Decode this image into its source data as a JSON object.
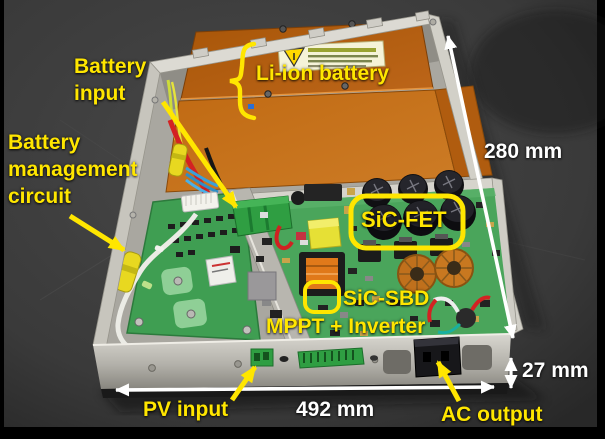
{
  "figure": {
    "type": "annotated-hardware-photo",
    "subject": "open chassis of a PV micro-inverter with integrated Li-ion battery"
  },
  "annotations": {
    "battery_input": "Battery input",
    "li_ion_battery": "Li-ion battery",
    "battery_management_circuit": "Battery management circuit",
    "sic_fet": "SiC-FET",
    "sic_sbd": "SiC-SBD",
    "mppt_inverter": "MPPT + Inverter",
    "pv_input": "PV input",
    "ac_output": "AC output"
  },
  "dimensions": {
    "depth": "280 mm",
    "width": "492 mm",
    "height": "27 mm"
  },
  "icons": {
    "battery_sticker": "warning-triangle-icon"
  },
  "colors": {
    "annotation_yellow": "#ffe600",
    "dimension_white": "#ffffff",
    "battery_orange": "#b55d12",
    "battery_orange_light": "#c26b18",
    "pcb_green": "#4aa55b",
    "bms_green": "#3f9e52",
    "case_silver": "#d5d3cb",
    "table_dark": "#3a3a3a"
  }
}
